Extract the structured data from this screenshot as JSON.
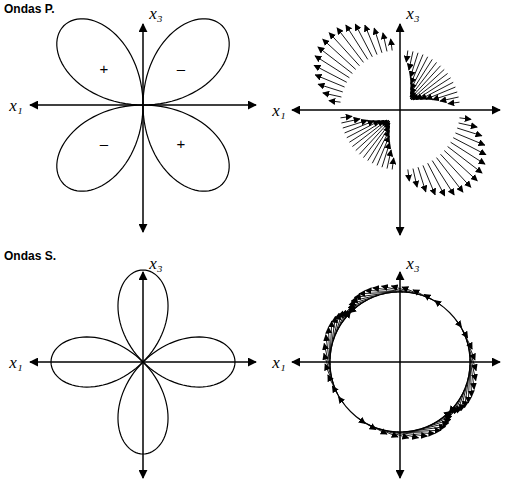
{
  "diagram": {
    "labels": [
      "Ondas P.",
      "x₃",
      "x₁",
      "+",
      "–",
      "–",
      "+",
      "x₃",
      "x₁",
      "Ondas S.",
      "x₃",
      "x₁",
      "x₃",
      "x₁"
    ]
  }
}
